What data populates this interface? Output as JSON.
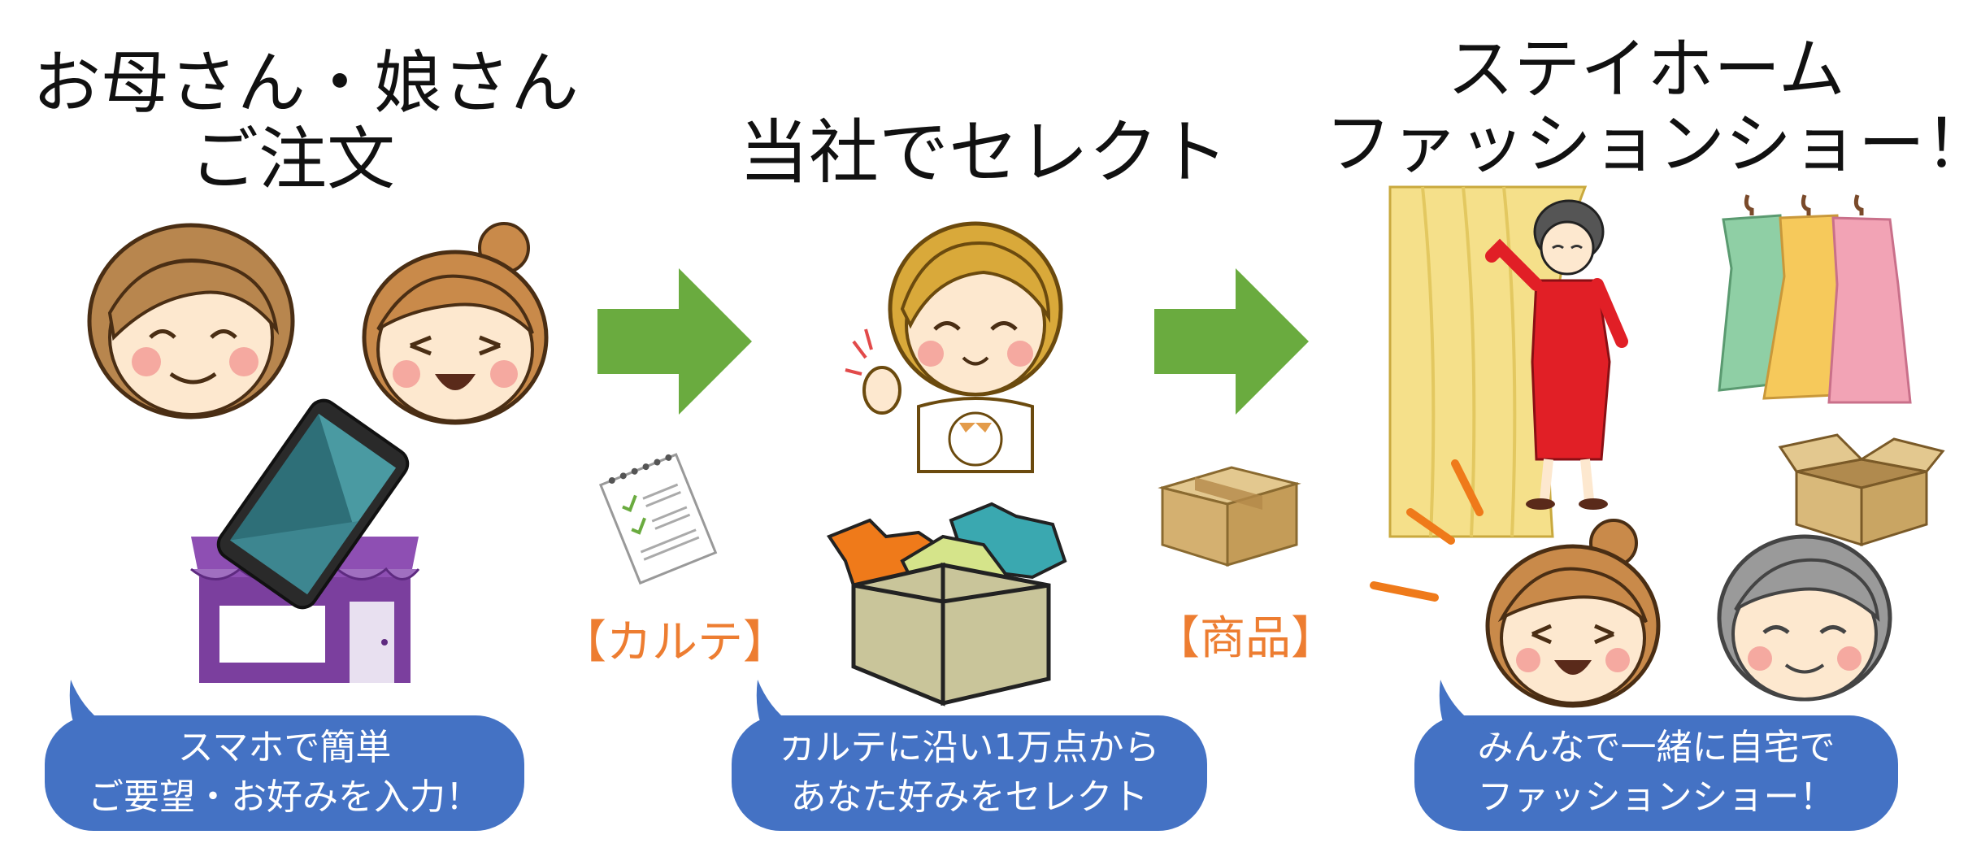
{
  "steps": [
    {
      "heading": [
        "お母さん・娘さん",
        "ご注文"
      ],
      "bubble": [
        "スマホで簡単",
        "ご要望・お好みを入力！"
      ]
    },
    {
      "heading": [
        "当社でセレクト"
      ],
      "bubble": [
        "カルテに沿い1万点から",
        "あなた好みをセレクト"
      ]
    },
    {
      "heading": [
        "ステイホーム",
        "ファッションショー！"
      ],
      "bubble": [
        "みんなで一緒に自宅で",
        "ファッションショー！"
      ]
    }
  ],
  "connectors": [
    {
      "label": "【カルテ】",
      "icon": "clipboard-icon"
    },
    {
      "label": "【商品】",
      "icon": "cardboard-box-icon"
    }
  ],
  "colors": {
    "arrow": "#6aab3f",
    "bubble": "#4472c4",
    "tag": "#ed7d31",
    "shop": "#7b3f9e",
    "dress": "#e11f26"
  }
}
